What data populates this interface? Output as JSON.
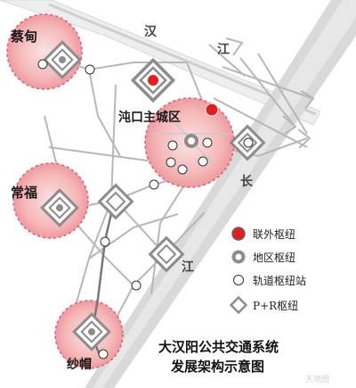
{
  "title_lines": [
    "大汉阳公共交通系统",
    "发展架构示意图"
  ],
  "district_labels": {
    "caidian": "蔡甸",
    "hankou": "沌口主城区",
    "changfu": "常福",
    "shamao": "纱帽"
  },
  "river_labels": {
    "han": "汉",
    "jiang_top": "江",
    "chang": "长",
    "jiang_bottom": "江"
  },
  "legend": [
    {
      "symbol": "red-dot",
      "label": "联外枢纽"
    },
    {
      "symbol": "gray-ring",
      "label": "地区枢纽"
    },
    {
      "symbol": "white-circle",
      "label": "轨道枢纽站"
    },
    {
      "symbol": "gray-diamond",
      "label": "P+R枢纽"
    }
  ],
  "watermark": "天地图",
  "colors": {
    "zone_pink": "#f5b8b8",
    "zone_dash": "#e45a6a",
    "hub_red": "#e41e20",
    "gray": "#8c8c8c",
    "river": "#d8d8d8",
    "road": "#b7b7b7",
    "rail": "#777777"
  }
}
